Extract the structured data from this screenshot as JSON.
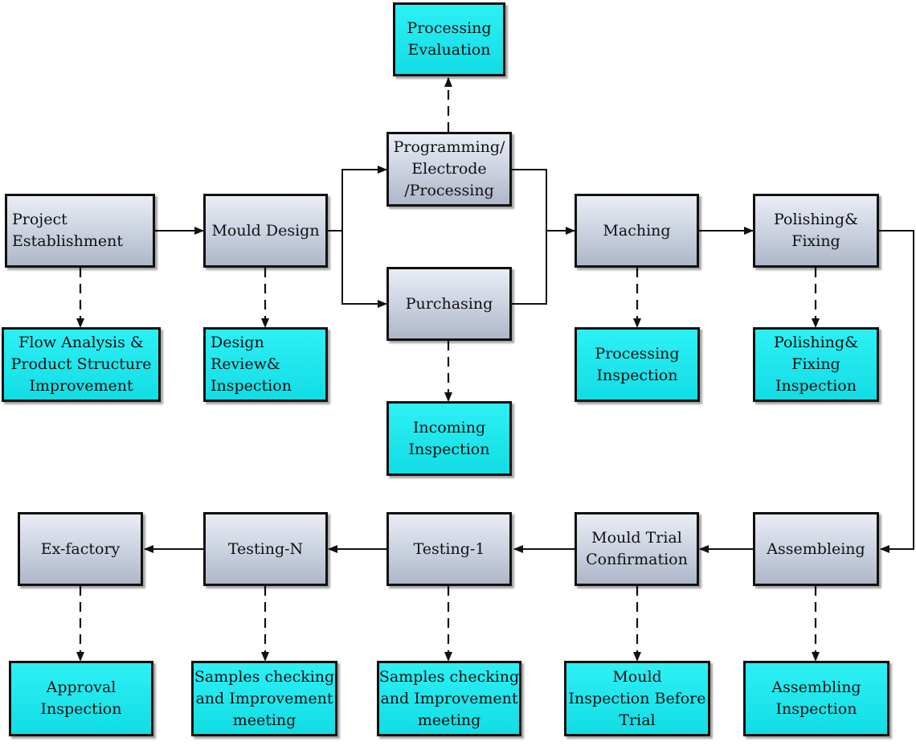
{
  "nodes": {
    "processing_evaluation": "Processing\nEvaluation",
    "programming": "Programming/\nElectrode\n/Processing",
    "project_establishment": "Project\nEstablishment",
    "mould_design": "Mould Design",
    "purchasing": "Purchasing",
    "maching": "Maching",
    "polishing_fixing": "Polishing&\nFixing",
    "flow_analysis": "Flow Analysis &\nProduct Structure\nImprovement",
    "design_review": "Design\nReview&\nInspection",
    "incoming_inspection": "Incoming\nInspection",
    "processing_inspection": "Processing\nInspection",
    "polishing_fixing_inspection": "Polishing&\nFixing\nInspection",
    "ex_factory": "Ex-factory",
    "testing_n": "Testing-N",
    "testing_1": "Testing-1",
    "mould_trial_confirmation": "Mould Trial\nConfirmation",
    "assembleing": "Assembleing",
    "approval_inspection": "Approval\nInspection",
    "samples_checking_n": "Samples checking\nand Improvement\nmeeting",
    "samples_checking_1": "Samples checking\nand Improvement\nmeeting",
    "mould_inspection_before_trial": "Mould\nInspection Before\nTrial",
    "assembling_inspection": "Assembling\nInspection"
  },
  "colors": {
    "process_box": "#c9d0de",
    "inspection_box": "#16e6ec",
    "line": "#111111"
  }
}
